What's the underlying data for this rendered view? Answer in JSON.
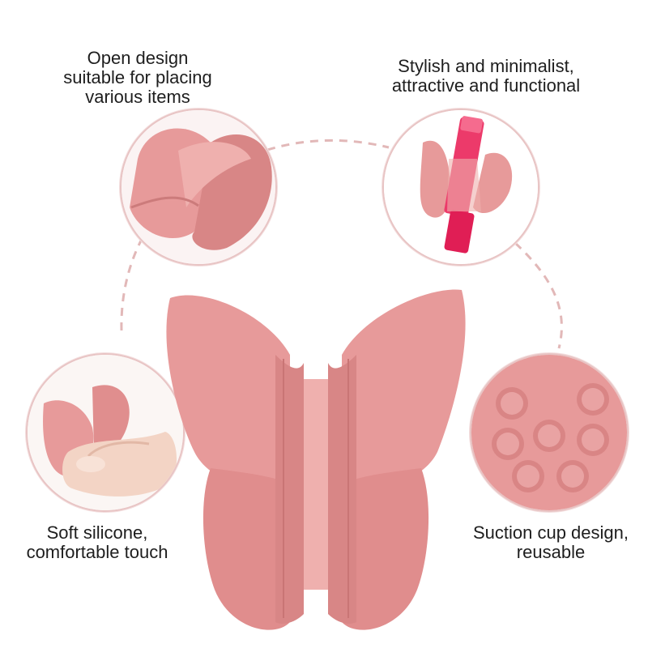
{
  "features": {
    "open_design": {
      "lines": [
        "Open design",
        "suitable for placing",
        "various items"
      ]
    },
    "stylish": {
      "lines": [
        "Stylish and minimalist,",
        "attractive and functional"
      ]
    },
    "soft_silicone": {
      "lines": [
        "Soft silicone,",
        "comfortable touch"
      ]
    },
    "suction_cup": {
      "lines": [
        "Suction cup design,",
        "reusable"
      ]
    }
  },
  "colors": {
    "product_pink": "#e79a9a",
    "product_pink_dark": "#d88686",
    "product_pink_light": "#efb0ae",
    "dashed_arc": "#e2b8b8",
    "circle_border": "#e8c4c4",
    "lipstick": "#ec3a6a",
    "text": "#1e1e1e"
  },
  "icons": {
    "hero": "butterfly-holder-icon",
    "open_design": "butterfly-open-view-icon",
    "stylish": "butterfly-with-lipstick-icon",
    "soft_silicone": "hand-holding-butterfly-icon",
    "suction_cup": "suction-cup-back-icon"
  }
}
